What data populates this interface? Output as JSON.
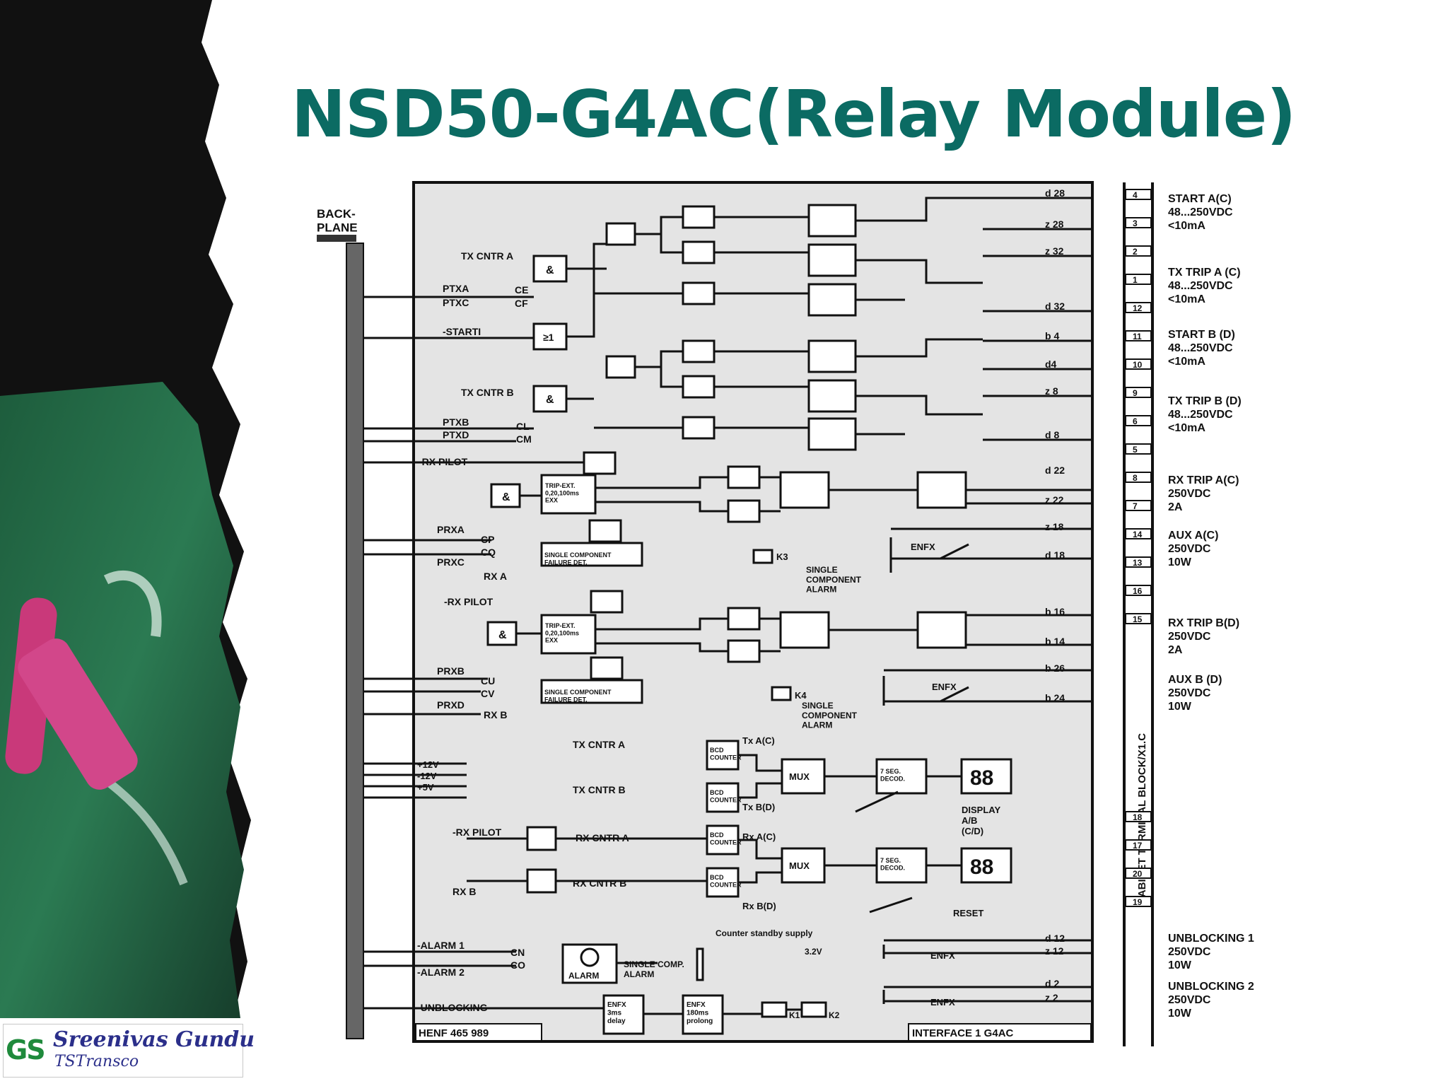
{
  "slide": {
    "title": "NSD50-G4AC(Relay Module)",
    "brand_color": "#0b6b63"
  },
  "logo": {
    "mark": "GS",
    "name": "Sreenivas Gundu",
    "org": "TSTransco"
  },
  "diagram": {
    "backplane": "BACK-\nPLANE",
    "left_inputs": {
      "tx_cntr_a": "TX CNTR A",
      "ptxa": "PTXA",
      "ptxc": "PTXC",
      "ce": "CE",
      "cf": "CF",
      "starti": "-STARTI",
      "tx_cntr_b": "TX CNTR B",
      "ptxb": "PTXB",
      "ptxd": "PTXD",
      "cl": "CL",
      "cm": "CM",
      "rx_pilot_a": "-RX PILOT",
      "prxa": "PRXA",
      "prxc": "PRXC",
      "cp": "CP",
      "cq": "CQ",
      "rx_a": "RX A",
      "rx_pilot_b": "-RX PILOT",
      "prxb": "PRXB",
      "prxd": "PRXD",
      "cu": "CU",
      "cv": "CV",
      "rx_b": "RX B",
      "alarm1": "-ALARM 1",
      "alarm2": "-ALARM 2",
      "cn": "CN",
      "co": "CO",
      "unblocking": "-UNBLOCKING",
      "v12p": "+12V",
      "v12n": "-12V",
      "v5": "+5V"
    },
    "blocks": {
      "trip_ext": "TRIP-EXT.\n0,20,100ms\nEXX",
      "single_comp": "SINGLE COMPONENT\nFAILURE DET.",
      "single_comp_alarm_a": "SINGLE\nCOMPONENT\nALARM",
      "single_comp_alarm_b": "SINGLE\nCOMPONENT\nALARM",
      "k3": "K3",
      "k4": "K4",
      "enfx": "ENFX",
      "mux": "MUX",
      "bcd_counter": "BCD\nCOUNTER",
      "dec_disp": "7 SEG.\nDECOD.",
      "display": "DISPLAY\nA/B\n(C/D)",
      "reset": "RESET",
      "tx_cntr_a2": "TX CNTR A",
      "tx_cntr_b2": "TX CNTR B",
      "rx_cntr_a": "RX CNTR A",
      "rx_cntr_b": "RX CNTR B",
      "txa": "Tx A(C)",
      "txb": "Tx B(D)",
      "rxa": "Rx A(C)",
      "rxb": "Rx B(D)",
      "counter_supply": "Counter standby supply",
      "v32": "3.2V",
      "alarm": "ALARM",
      "single_comp_alarm_c": "SINGLE COMP.\nALARM",
      "delay": "ENFX\n3ms\ndelay",
      "prolong": "ENFX\n180ms\nprolong",
      "k1": "K1",
      "k2": "K2",
      "footer_left": "HENF 465 989",
      "footer_right": "INTERFACE 1  G4AC",
      "cabinet": "CABINET TERMINAL BLOCK/X1.C"
    },
    "pins": {
      "d28": "d 28",
      "z28": "z 28",
      "z32": "z 32",
      "d32": "d 32",
      "b4": "b 4",
      "d4": "d4",
      "z8": "z 8",
      "d8": "d 8",
      "d22": "d 22",
      "z22": "z 22",
      "z18": "z 18",
      "d18": "d 18",
      "b16": "b 16",
      "b14": "b 14",
      "b26": "b 26",
      "b24": "b 24",
      "d12": "d 12",
      "z12": "z 12",
      "d2": "d 2",
      "z2": "z 2"
    },
    "terminals": [
      "4",
      "3",
      "2",
      "1",
      "12",
      "11",
      "10",
      "9",
      "6",
      "5",
      "8",
      "7",
      "14",
      "13",
      "16",
      "15",
      "18",
      "17",
      "20",
      "19"
    ],
    "outputs": [
      "START A(C)\n48...250VDC\n<10mA",
      "TX TRIP A (C)\n48...250VDC\n<10mA",
      "START B (D)\n48...250VDC\n<10mA",
      "TX TRIP B (D)\n48...250VDC\n<10mA",
      "RX TRIP A(C)\n250VDC\n2A",
      "AUX A(C)\n250VDC\n10W",
      "RX TRIP B(D)\n250VDC\n2A",
      "AUX B (D)\n250VDC\n10W",
      "UNBLOCKING 1\n250VDC\n10W",
      "UNBLOCKING 2\n250VDC\n10W"
    ]
  }
}
